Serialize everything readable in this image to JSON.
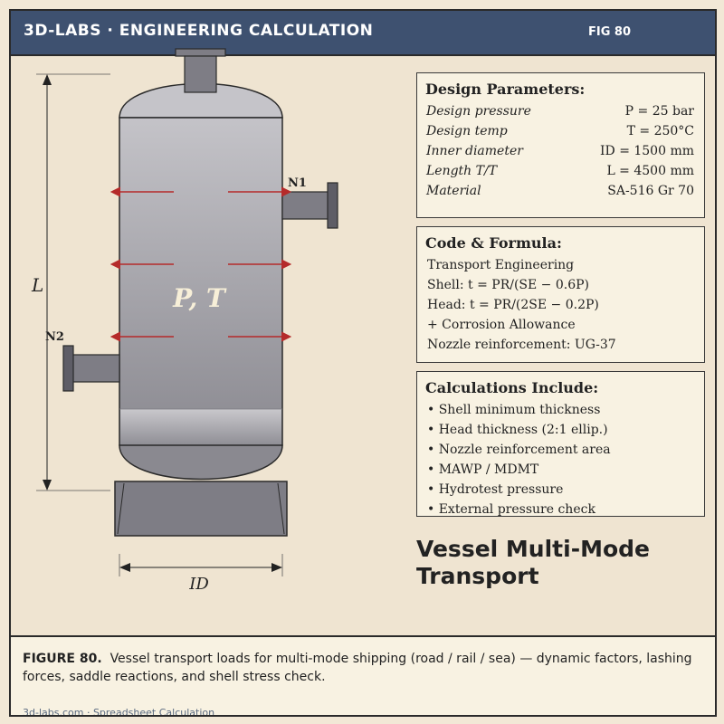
{
  "header": {
    "brand": "3D-LABS · ENGINEERING CALCULATION",
    "figure_tag": "FIG 80"
  },
  "diagram": {
    "vessel_label": "P, T",
    "nozzle_1": "N1",
    "nozzle_2": "N2",
    "length_label": "L",
    "diameter_label": "ID",
    "colors": {
      "shell": "#9a99a0",
      "arrow": "#b52a2a",
      "nozzle": "#7e7d85",
      "header_bg": "#3e5170"
    }
  },
  "design_parameters": {
    "title": "Design Parameters:",
    "rows": [
      {
        "label": "Design pressure",
        "value": "P = 25 bar"
      },
      {
        "label": "Design temp",
        "value": "T = 250°C"
      },
      {
        "label": "Inner diameter",
        "value": "ID = 1500 mm"
      },
      {
        "label": "Length T/T",
        "value": "L = 4500 mm"
      },
      {
        "label": "Material",
        "value": "SA-516 Gr 70"
      }
    ]
  },
  "code_formula": {
    "title": "Code & Formula:",
    "lines": [
      "Transport Engineering",
      "Shell:  t = PR/(SE − 0.6P)",
      "Head:  t = PR/(2SE − 0.2P)",
      "+ Corrosion Allowance",
      "Nozzle reinforcement: UG-37"
    ]
  },
  "calculations": {
    "title": "Calculations Include:",
    "items": [
      "• Shell minimum thickness",
      "• Head thickness (2:1 ellip.)",
      "• Nozzle reinforcement area",
      "• MAWP / MDMT",
      "• Hydrotest pressure",
      "• External pressure check"
    ]
  },
  "main_title": {
    "line1": "Vessel Multi-Mode",
    "line2": "Transport"
  },
  "caption": {
    "label": "FIGURE 80.",
    "text": "Vessel transport loads for multi-mode shipping (road / rail / sea) — dynamic factors, lashing forces, saddle reactions, and shell stress check."
  },
  "footer": {
    "text": "3d-labs.com  ·  Spreadsheet Calculation"
  }
}
